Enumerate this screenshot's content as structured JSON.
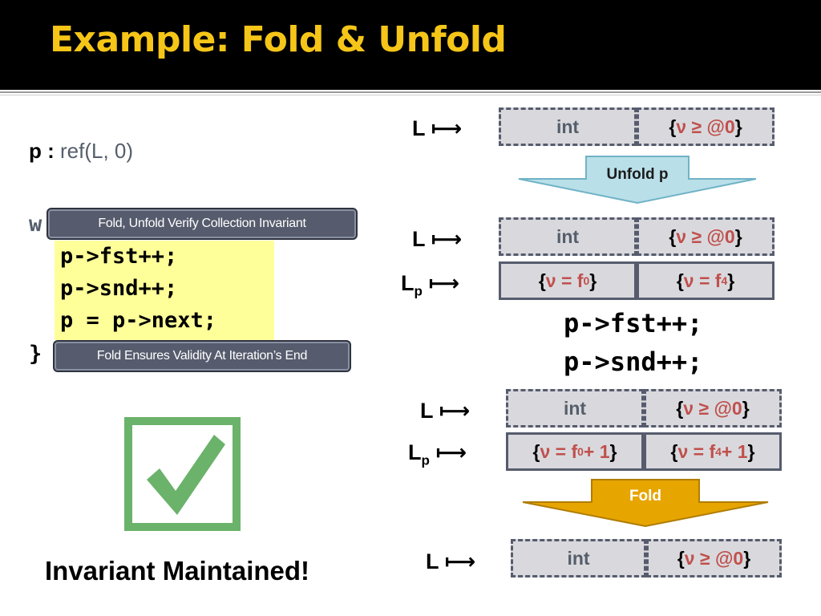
{
  "slide": {
    "title": "Example: Fold & Unfold"
  },
  "left": {
    "ptype_name": "p : ",
    "ptype_rest": "ref(L, 0)",
    "code_w": "w",
    "code_lines": [
      "p->fst++;",
      "p->snd++;",
      "p = p->next;"
    ],
    "code_brace": "}",
    "callout_top": "Fold, Unfold Verify Collection Invariant",
    "callout_bottom": "Fold  Ensures Validity At Iteration’s End",
    "check_icon": "green-checkbox-icon",
    "caption": "Invariant Maintained!"
  },
  "right": {
    "maps_to": "⟼",
    "L": "L",
    "Lp_base": "L",
    "Lp_sub": "p",
    "int_label": "int",
    "brace_open": "{",
    "brace_close": "}",
    "inv": "ν ≥ @0",
    "f0_pre": "ν = f",
    "f0_sub": "0",
    "f4_pre": "ν = f",
    "f4_sub": "4",
    "plus_one": " + 1",
    "unfold_label": "Unfold p",
    "fold_label": "Fold",
    "code_mid": [
      "p->fst++;",
      "p->snd++;"
    ]
  },
  "colors": {
    "title": "#f5c518",
    "red_text": "#c0504d",
    "gray_text": "#555e6b",
    "code_highlight": "#ffff99",
    "callout_bg": "#565c6d",
    "check_green": "#6bb26b",
    "unfold_arrow": "#b9dfe9",
    "fold_arrow": "#e7a500"
  }
}
